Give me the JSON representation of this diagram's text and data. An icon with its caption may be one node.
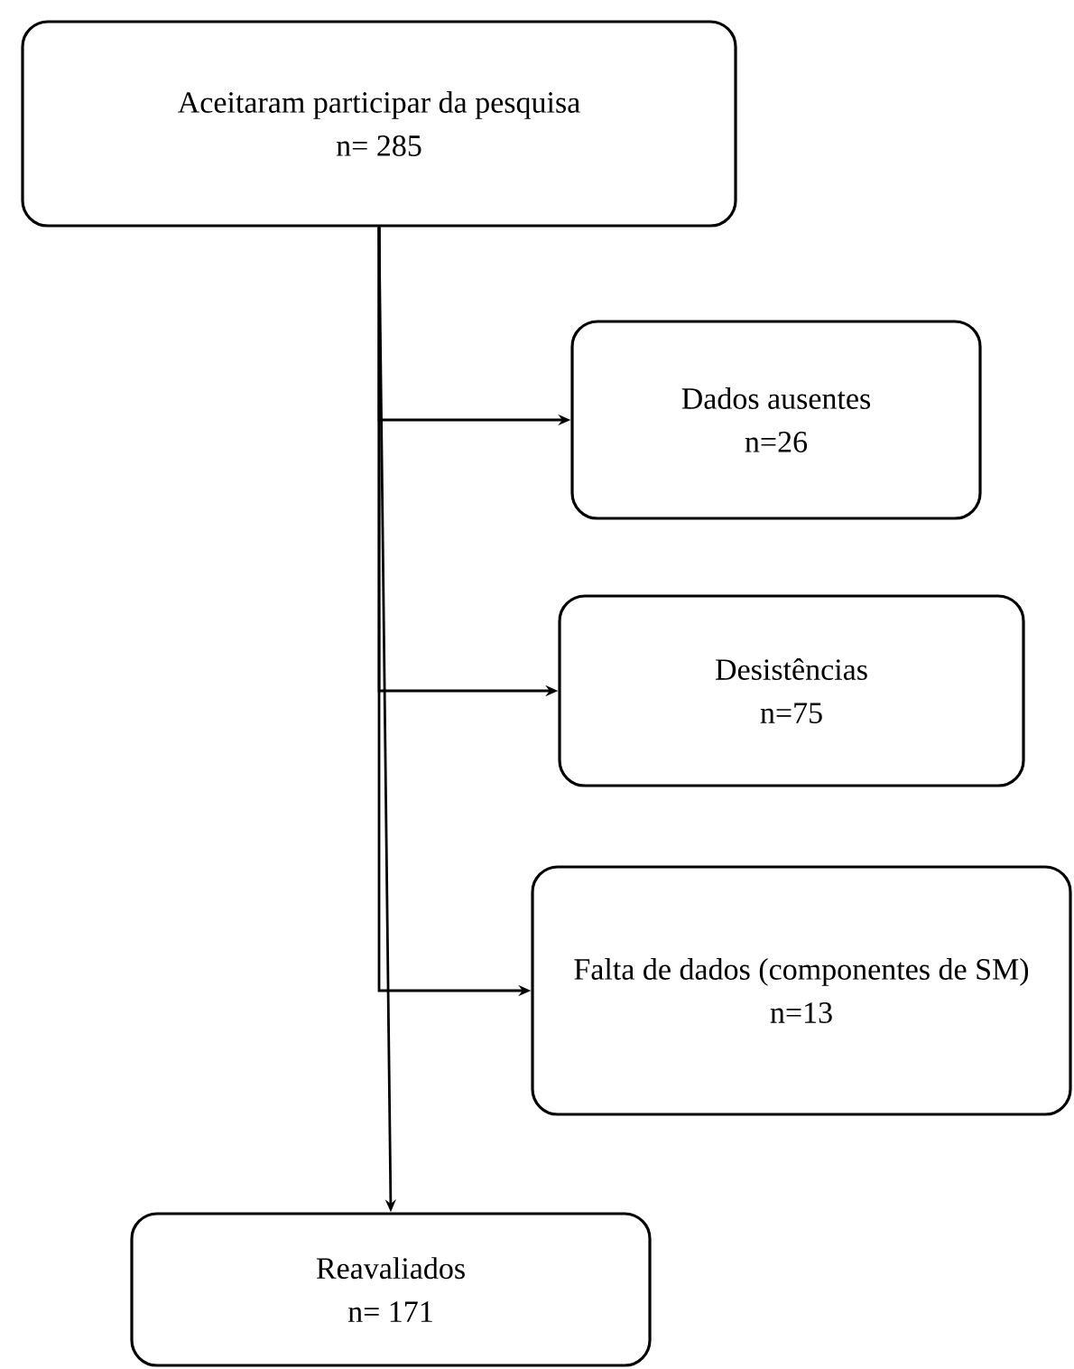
{
  "diagram": {
    "nodes": [
      {
        "text": [
          "Aceitaram participar da pesquisa",
          "n= 285"
        ]
      },
      {
        "text": [
          "Dados ausentes",
          "n=26"
        ]
      },
      {
        "text": [
          "Desistências",
          "n=75"
        ]
      },
      {
        "text": [
          "Falta de dados (componentes de SM)",
          "n=13"
        ]
      },
      {
        "text": [
          "Reavaliados",
          "n= 171"
        ]
      }
    ],
    "edges": [
      {
        "from": 0,
        "to": 1,
        "arrow": "to"
      },
      {
        "from": 0,
        "to": 2,
        "arrow": "to"
      },
      {
        "from": 0,
        "to": 3,
        "arrow": "to"
      },
      {
        "from": 0,
        "to": 4,
        "arrow": "to"
      }
    ]
  }
}
